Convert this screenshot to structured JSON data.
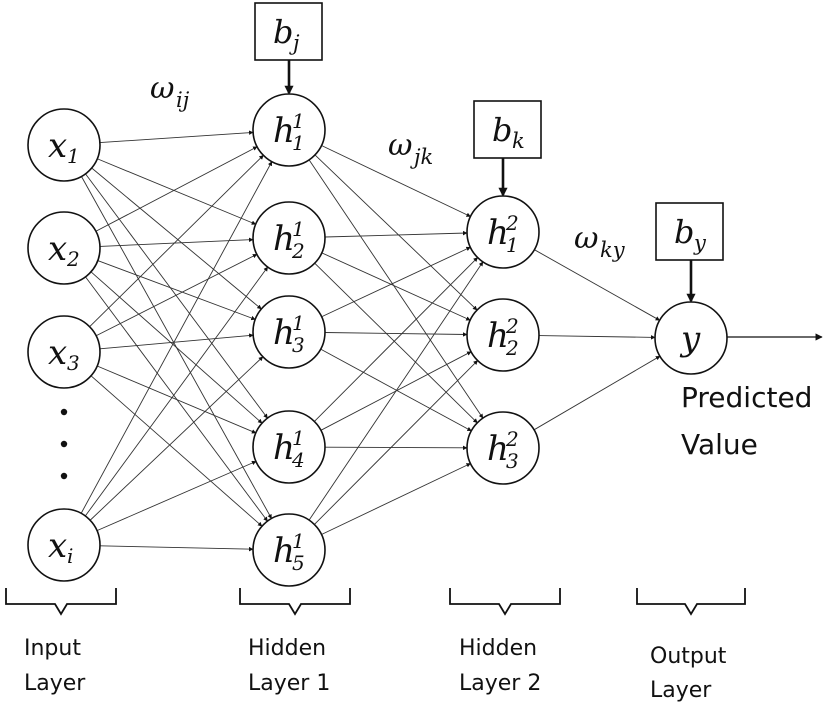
{
  "layers": {
    "input": {
      "label_line1": "Input",
      "label_line2": "Layer",
      "nodes": [
        {
          "base": "x",
          "sub": "1"
        },
        {
          "base": "x",
          "sub": "2"
        },
        {
          "base": "x",
          "sub": "3"
        },
        {
          "base": "x",
          "sub": "i"
        }
      ],
      "ellipsis": "..."
    },
    "hidden1": {
      "label_line1": "Hidden",
      "label_line2": "Layer 1",
      "nodes": [
        {
          "base": "h",
          "sup": "1",
          "sub": "1"
        },
        {
          "base": "h",
          "sup": "1",
          "sub": "2"
        },
        {
          "base": "h",
          "sup": "1",
          "sub": "3"
        },
        {
          "base": "h",
          "sup": "1",
          "sub": "4"
        },
        {
          "base": "h",
          "sup": "1",
          "sub": "5"
        }
      ]
    },
    "hidden2": {
      "label_line1": "Hidden",
      "label_line2": "Layer 2",
      "nodes": [
        {
          "base": "h",
          "sup": "2",
          "sub": "1"
        },
        {
          "base": "h",
          "sup": "2",
          "sub": "2"
        },
        {
          "base": "h",
          "sup": "2",
          "sub": "3"
        }
      ]
    },
    "output": {
      "label_line1": "Output",
      "label_line2": "Layer",
      "node": {
        "base": "y"
      }
    }
  },
  "biases": {
    "hidden1": {
      "base": "b",
      "sub": "j"
    },
    "hidden2": {
      "base": "b",
      "sub": "k"
    },
    "output": {
      "base": "b",
      "sub": "y"
    }
  },
  "weights": {
    "input_hidden1": {
      "base": "ω",
      "sub": "ij"
    },
    "hidden1_hidden2": {
      "base": "ω",
      "sub": "jk"
    },
    "hidden2_output": {
      "base": "ω",
      "sub": "ky"
    }
  },
  "prediction": {
    "line1": "Predicted",
    "line2": "Value"
  }
}
